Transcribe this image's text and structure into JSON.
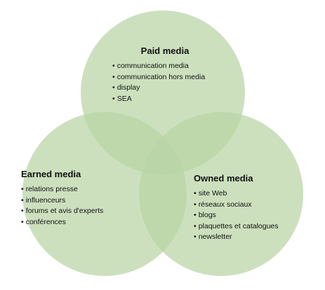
{
  "colors": {
    "circle_fill": "#b8d4a5",
    "circle_opacity": "0.72",
    "overlap_tone": "#8fb47a"
  },
  "diagram": {
    "paid": {
      "title": "Paid media",
      "items": [
        "communication media",
        "communication hors media",
        "display",
        "SEA"
      ]
    },
    "earned": {
      "title": "Earned media",
      "items": [
        "relations presse",
        "influenceurs",
        "forums et avis d'experts",
        "conférences"
      ]
    },
    "owned": {
      "title": "Owned media",
      "items": [
        "site Web",
        "réseaux sociaux",
        "blogs",
        "plaquettes et catalogues",
        "newsletter"
      ]
    }
  }
}
